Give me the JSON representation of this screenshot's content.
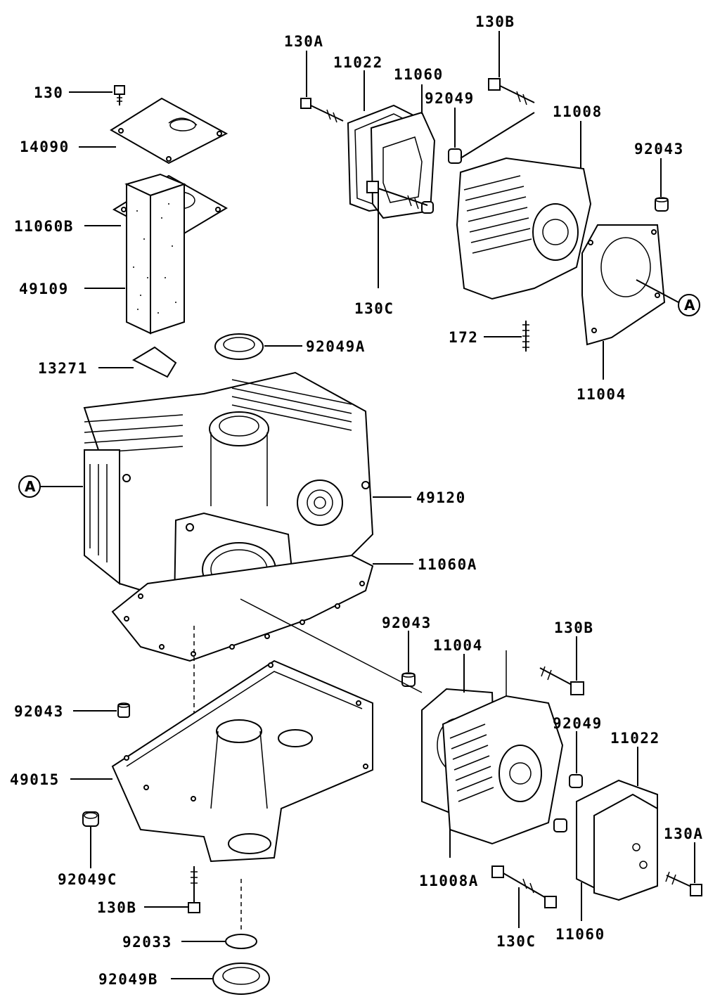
{
  "diagram": {
    "callouts": {
      "c130": "130",
      "c14090": "14090",
      "c11060B": "11060B",
      "c49109": "49109",
      "c13271": "13271",
      "c92049A": "92049A",
      "c49120": "49120",
      "c11060A": "11060A",
      "c92043_left": "92043",
      "c49015": "49015",
      "c92049C": "92049C",
      "c130B_bottom": "130B",
      "c92033": "92033",
      "c92049B": "92049B",
      "c130A_top": "130A",
      "c11022_top": "11022",
      "c11060_top": "11060",
      "c92049_top": "92049",
      "c130B_top": "130B",
      "c11008": "11008",
      "c92043_top": "92043",
      "c130C_top": "130C",
      "c172": "172",
      "c11004_top": "11004",
      "c92043_mid": "92043",
      "c11004_mid": "11004",
      "c130B_mid": "130B",
      "c92049_mid": "92049",
      "c11022_mid": "11022",
      "c130A_mid": "130A",
      "c11008A": "11008A",
      "c130C_bottom": "130C",
      "c11060_bottom": "11060"
    },
    "refs": {
      "ref_a_left": "A",
      "ref_a_right": "A"
    }
  }
}
